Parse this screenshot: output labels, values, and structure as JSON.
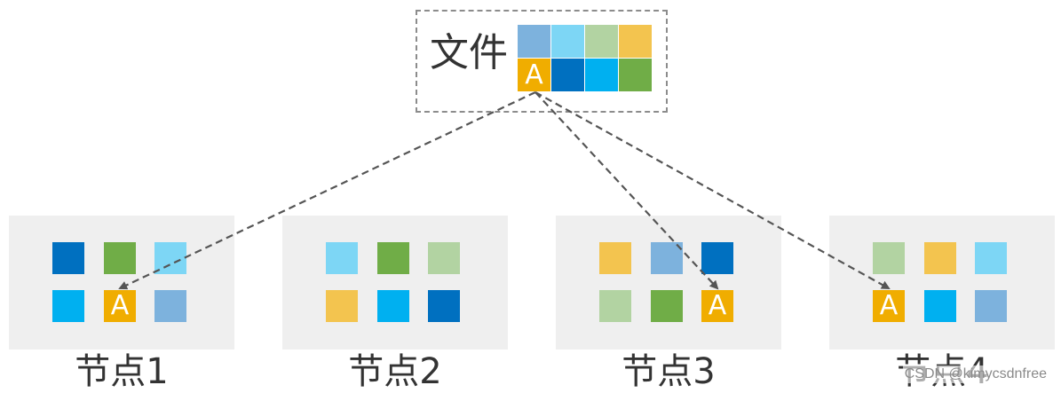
{
  "colors": {
    "dark_blue": "#0070c0",
    "green": "#70ad47",
    "light_cyan": "#7dd6f5",
    "cyan": "#00b0f0",
    "light_blue": "#7db2dd",
    "sage": "#b2d3a2",
    "yellow": "#f3c44f",
    "orange": "#f0ad00",
    "node_bg": "#efefef",
    "dash": "#555555"
  },
  "file": {
    "label": "文件",
    "blocks": [
      {
        "color": "light_blue",
        "text": ""
      },
      {
        "color": "light_cyan",
        "text": ""
      },
      {
        "color": "sage",
        "text": ""
      },
      {
        "color": "yellow",
        "text": ""
      },
      {
        "color": "orange",
        "text": "A"
      },
      {
        "color": "dark_blue",
        "text": ""
      },
      {
        "color": "cyan",
        "text": ""
      },
      {
        "color": "green",
        "text": ""
      }
    ]
  },
  "nodes": [
    {
      "label": "节点1",
      "blocks": [
        {
          "color": "dark_blue",
          "text": ""
        },
        {
          "color": "green",
          "text": ""
        },
        {
          "color": "light_cyan",
          "text": ""
        },
        {
          "color": "cyan",
          "text": ""
        },
        {
          "color": "orange",
          "text": "A"
        },
        {
          "color": "light_blue",
          "text": ""
        }
      ]
    },
    {
      "label": "节点2",
      "blocks": [
        {
          "color": "light_cyan",
          "text": ""
        },
        {
          "color": "green",
          "text": ""
        },
        {
          "color": "sage",
          "text": ""
        },
        {
          "color": "yellow",
          "text": ""
        },
        {
          "color": "cyan",
          "text": ""
        },
        {
          "color": "dark_blue",
          "text": ""
        }
      ]
    },
    {
      "label": "节点3",
      "blocks": [
        {
          "color": "yellow",
          "text": ""
        },
        {
          "color": "light_blue",
          "text": ""
        },
        {
          "color": "dark_blue",
          "text": ""
        },
        {
          "color": "sage",
          "text": ""
        },
        {
          "color": "green",
          "text": ""
        },
        {
          "color": "orange",
          "text": "A"
        }
      ]
    },
    {
      "label": "节点4",
      "blocks": [
        {
          "color": "sage",
          "text": ""
        },
        {
          "color": "yellow",
          "text": ""
        },
        {
          "color": "light_cyan",
          "text": ""
        },
        {
          "color": "orange",
          "text": "A"
        },
        {
          "color": "cyan",
          "text": ""
        },
        {
          "color": "light_blue",
          "text": ""
        }
      ]
    }
  ],
  "links": [
    {
      "from": "file-block-A",
      "to": "节点1"
    },
    {
      "from": "file-block-A",
      "to": "节点3"
    },
    {
      "from": "file-block-A",
      "to": "节点4"
    }
  ],
  "watermark": "CSDN @kimycsdnfree"
}
